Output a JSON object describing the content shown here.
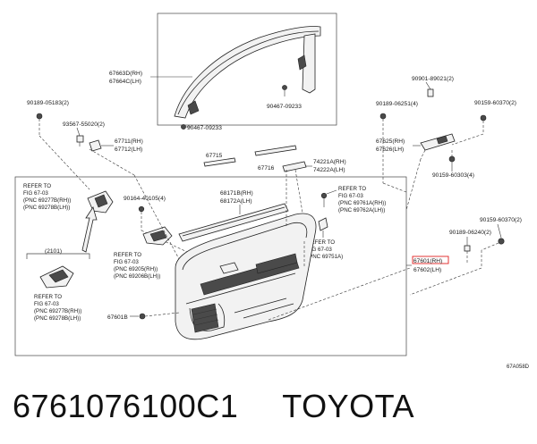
{
  "labels": {
    "p67663": [
      "67663D(RH)",
      "67664C(LH)"
    ],
    "p90467a": "90467-09233",
    "p90467b": "90467-09233",
    "p90189_05183": "90189-05183(2)",
    "p93567": "93567-55020(2)",
    "p67711": [
      "67711(RH)",
      "67712(LH)"
    ],
    "p90901": "90901-89021(2)",
    "p90189_06251": "90189-06251(4)",
    "p90159_60370a": "90159-60370(2)",
    "p67625": [
      "67625(RH)",
      "67626(LH)"
    ],
    "p90159_60303": "90159-60303(4)",
    "p67715": "67715",
    "p67716": "67716",
    "p74221": [
      "74221A(RH)",
      "74222A(LH)"
    ],
    "p90164": "90164-40105(4)",
    "p68171": [
      "68171B(RH)",
      "68172A(LH)"
    ],
    "p90159_60370b": "90159-60370(2)",
    "p90189_06240": "90189-06240(2)",
    "p67601": [
      "67601(RH)",
      "67602(LH)"
    ],
    "p67601b": "67601B",
    "p2101": "2101"
  },
  "refs": {
    "r1": [
      "REFER TO",
      "FIG 67-03",
      "(PNC 69277B(RH))",
      "(PNC 69278B(LH))"
    ],
    "r2": [
      "REFER TO",
      "FIG 67-03",
      "(PNC 69761A(RH))",
      "(PNC 69762A(LH))"
    ],
    "r3": [
      "REFER TO",
      "FIG 67-03",
      "(PNC 69205(RH))",
      "(PNC 69206B(LH))"
    ],
    "r4": [
      "REFER TO",
      "FIG 67-03",
      "(PNC 69751A)"
    ],
    "r5": [
      "REFER TO",
      "FIG 67-03",
      "(PNC 69277B(RH))",
      "(PNC 69278B(LH))"
    ]
  },
  "code": "67A058D",
  "caption": {
    "part_number": "6761076100C1",
    "brand": "TOYOTA"
  },
  "colors": {
    "highlight": "#e02020"
  }
}
